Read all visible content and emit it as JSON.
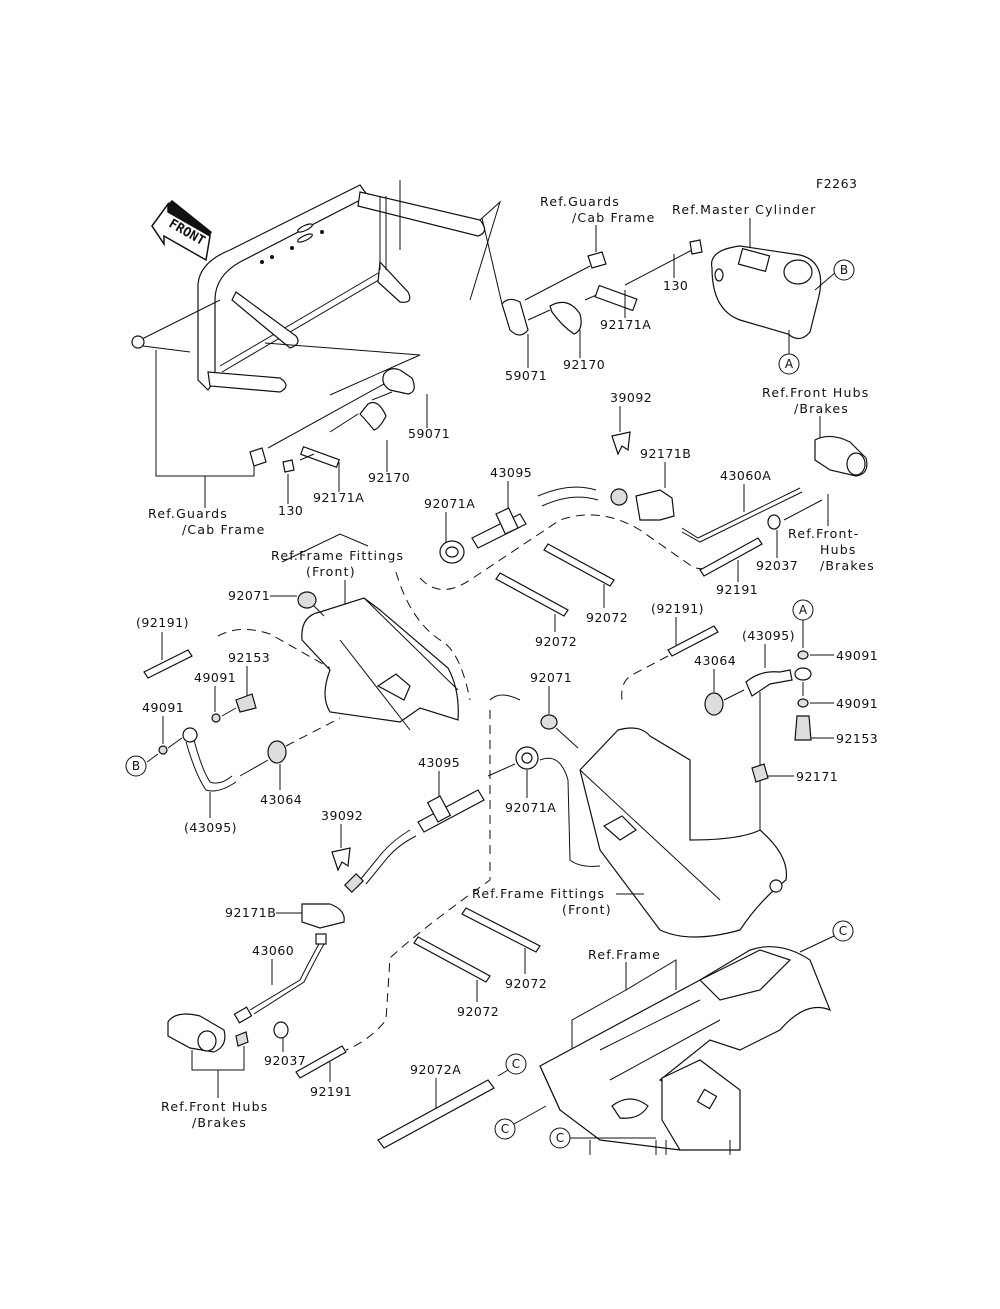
{
  "figure_id": "F2263",
  "front_arrow": "FRONT",
  "refs": {
    "guards_cab_top": [
      "Ref.Guards",
      "/Cab Frame"
    ],
    "master_cylinder": "Ref.Master Cylinder",
    "guards_cab_left": [
      "Ref.Guards",
      "/Cab Frame"
    ],
    "front_hubs_right": [
      "Ref.Front Hubs",
      "/Brakes"
    ],
    "front_hubs_right2": [
      "Ref.Front-",
      "Hubs",
      "/Brakes"
    ],
    "frame_fittings_upper": [
      "Ref.Frame Fittings",
      "(Front)"
    ],
    "frame_fittings_lower": [
      "Ref.Frame Fittings",
      "(Front)"
    ],
    "frame": "Ref.Frame",
    "front_hubs_left": [
      "Ref.Front Hubs",
      "/Brakes"
    ]
  },
  "callouts": {
    "A": "A",
    "B": "B",
    "C": "C"
  },
  "parts": {
    "p130_top": "130",
    "p92171A_top": "92171A",
    "p59071_top": "59071",
    "p92170_top": "92170",
    "p59071_mid": "59071",
    "p92170_mid": "92170",
    "p92171A_mid": "92171A",
    "p130_mid": "130",
    "p39092_top": "39092",
    "p92171B_top": "92171B",
    "p43060A": "43060A",
    "p43095_top": "43095",
    "p92071A_top": "92071A",
    "p92191_top": "92191",
    "p92037_top": "92037",
    "p92072_a": "92072",
    "p92072_b": "92072",
    "p92071_left": "92071",
    "p92191_paren_left": "(92191)",
    "p92153_left": "92153",
    "p49091_left1": "49091",
    "p49091_left2": "49091",
    "p43064_left": "43064",
    "p43095_paren_left": "(43095)",
    "p92191_paren_right": "(92191)",
    "p43095_paren_right": "(43095)",
    "p43064_right": "43064",
    "p49091_right1": "49091",
    "p49091_right2": "49091",
    "p92153_right": "92153",
    "p92171_right": "92171",
    "p92071_mid": "92071",
    "p92071A_mid": "92071A",
    "p43095_mid": "43095",
    "p39092_mid": "39092",
    "p92171B_bot": "92171B",
    "p43060": "43060",
    "p92191_bot": "92191",
    "p92037_bot": "92037",
    "p92072_c": "92072",
    "p92072_d": "92072",
    "p92072A": "92072A"
  }
}
